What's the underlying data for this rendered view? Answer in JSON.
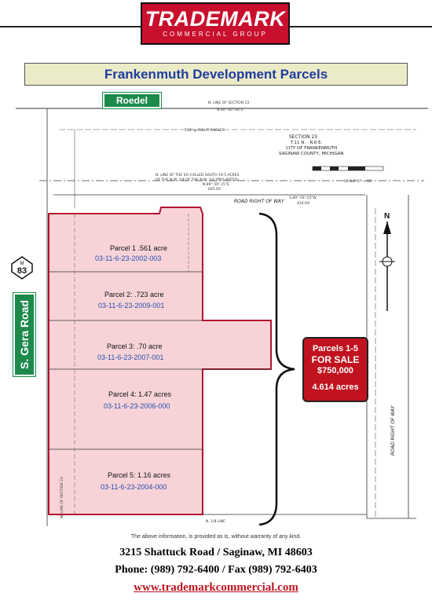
{
  "header": {
    "brand": "TRADEMARK",
    "brand_sub": "COMMERCIAL GROUP",
    "title": "Frankenmuth Development Parcels"
  },
  "roads": {
    "north": "Roedel Road",
    "west": "S. Gera Road",
    "route_number": "83",
    "route_prefix": "M"
  },
  "survey": {
    "section_line": "N. LINE OF SECTION 23",
    "section_bearing": "N.90°-00'-00\"E.",
    "right_angles": "720' @ RIGHT ANGLES",
    "section": "SECTION 23",
    "township": "T.11 N. - R.6 E.",
    "city": "CITY OF FRANKENMUTH",
    "county": "SAGINAW COUNTY, MICHIGAN",
    "scale": "SCALE: 1\" = 60'",
    "so_called_line": "N. LINE OF THE SO-CALLED SOUTH 19.5 ACRES",
    "so_called_line2": "OF THE N.W. 1/4 OF THE N.W. 1/4 (PRO-RATED)",
    "so_called_bearing": "N.89°-59'-15\"E.",
    "so_called_dist": "665.05'",
    "row_label": "ROAD RIGHT OF WAY",
    "row_bearing": "S.89°-59'-15\"W.",
    "row_dist": "424.93'",
    "east_row": "ROAD RIGHT OF WAY",
    "quarter_line": "N. 1/8 LINE",
    "west_line": "W. LINE OF SECTION 23",
    "north_arrow": "N"
  },
  "parcels": [
    {
      "name": "Parcel 1  .561 acre",
      "id": "03-11-6-23-2002-003"
    },
    {
      "name": "Parcel 2: .723 acre",
      "id": "03-11-6-23-2009-001"
    },
    {
      "name": "Parcel 3: .70 acre",
      "id": "03-11-6-23-2007-001"
    },
    {
      "name": "Parcel 4: 1.47 acres",
      "id": "03-11-6-23-2006-000"
    },
    {
      "name": "Parcel 5: 1.16 acres",
      "id": "03-11-6-23-2004-000"
    }
  ],
  "sale": {
    "line1": "Parcels 1-5",
    "line2": "FOR SALE",
    "price": "$750,000",
    "acres": "4.614 acres"
  },
  "footer": {
    "disclaimer": "The above information, is provided as is, without warranty of any kind.",
    "address": "3215 Shattuck Road  /  Saginaw, MI 48603",
    "phone": "Phone:  (989) 792-6400  /  Fax  (989) 792-6403",
    "website": "www.trademarkcommercial.com"
  },
  "colors": {
    "brand_red": "#c8102e",
    "parcel_fill": "#f7d3d8",
    "parcel_outline": "#b3122e",
    "road_sign_green": "#1d8a4c",
    "title_blue": "#1f3d9e"
  }
}
